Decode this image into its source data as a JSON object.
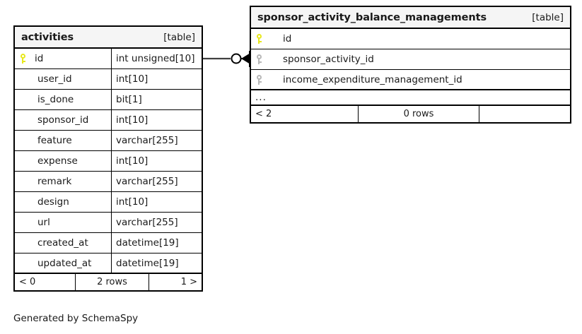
{
  "diagram": {
    "caption": "Generated by SchemaSpy",
    "table_tag": "[table]",
    "ellipsis": "...",
    "colors": {
      "primary_key": "#e8e81c",
      "foreign_key": "#b8b8b8",
      "border": "#000000",
      "header_background": "#f5f5f5",
      "background": "#ffffff"
    }
  },
  "tables": [
    {
      "name": "activities",
      "tag": "[table]",
      "columns": [
        {
          "key": "primary",
          "name": "id",
          "type": "int unsigned[10]"
        },
        {
          "key": "none",
          "name": "user_id",
          "type": "int[10]"
        },
        {
          "key": "none",
          "name": "is_done",
          "type": "bit[1]"
        },
        {
          "key": "none",
          "name": "sponsor_id",
          "type": "int[10]"
        },
        {
          "key": "none",
          "name": "feature",
          "type": "varchar[255]"
        },
        {
          "key": "none",
          "name": "expense",
          "type": "int[10]"
        },
        {
          "key": "none",
          "name": "remark",
          "type": "varchar[255]"
        },
        {
          "key": "none",
          "name": "design",
          "type": "int[10]"
        },
        {
          "key": "none",
          "name": "url",
          "type": "varchar[255]"
        },
        {
          "key": "none",
          "name": "created_at",
          "type": "datetime[19]"
        },
        {
          "key": "none",
          "name": "updated_at",
          "type": "datetime[19]"
        }
      ],
      "footer": {
        "left": "< 0",
        "center": "2 rows",
        "right": "1 >"
      }
    },
    {
      "name": "sponsor_activity_balance_managements",
      "tag": "[table]",
      "columns": [
        {
          "key": "primary",
          "name": "id",
          "type": ""
        },
        {
          "key": "foreign",
          "name": "sponsor_activity_id",
          "type": ""
        },
        {
          "key": "foreign",
          "name": "income_expenditure_management_id",
          "type": ""
        }
      ],
      "has_ellipsis": true,
      "footer": {
        "left": "< 2",
        "center": "0 rows",
        "right": ""
      }
    }
  ]
}
